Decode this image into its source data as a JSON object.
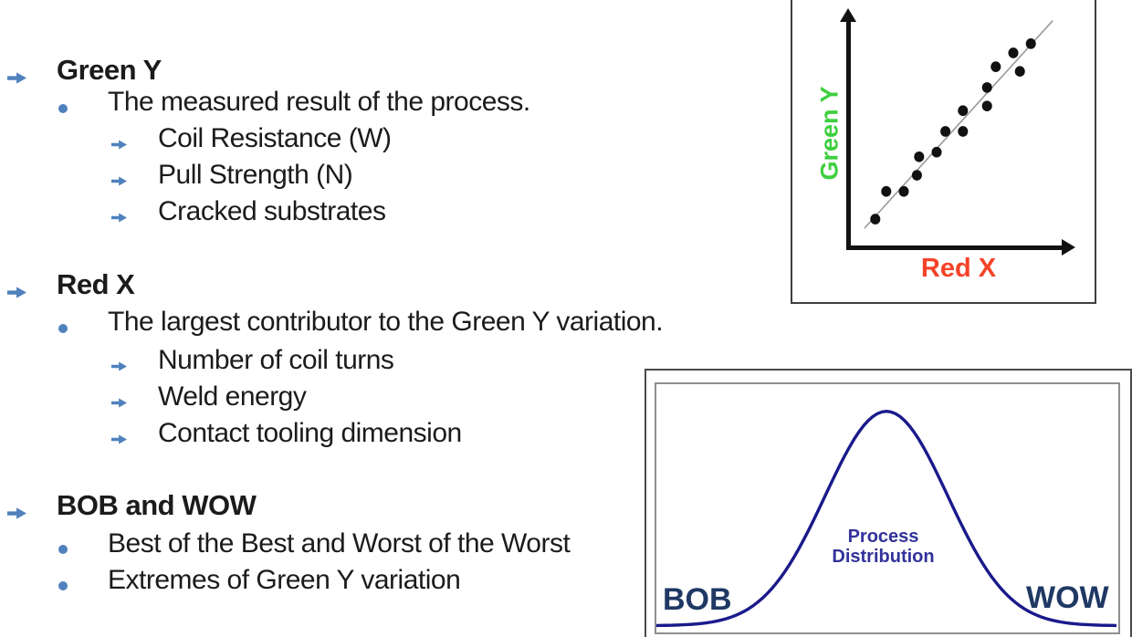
{
  "slide": {
    "sections": [
      {
        "heading": "Green Y",
        "bullets": [
          "The measured result of the process."
        ],
        "sub_items": [
          "Coil Resistance (W)",
          "Pull Strength (N)",
          "Cracked substrates"
        ]
      },
      {
        "heading": "Red X",
        "bullets": [
          "The largest contributor to the Green Y variation."
        ],
        "sub_items": [
          "Number of coil turns",
          "Weld energy",
          "Contact tooling dimension"
        ]
      },
      {
        "heading": "BOB and WOW",
        "bullets": [
          "Best of the Best and Worst of the Worst",
          "Extremes of Green Y variation"
        ],
        "sub_items": []
      }
    ]
  },
  "colors": {
    "bullet_arrow_blue": "#4f81bd",
    "text_black": "#1b1b1b",
    "green_y_label": "#3ecf3e",
    "red_x_label": "#f64328",
    "scatter_point_black": "#111111",
    "trend_line_gray": "#999999",
    "bell_curve_navy": "#1a1a8c",
    "process_label_navy": "#32329b",
    "bob_wow_navy": "#1f3864"
  },
  "chart_data": [
    {
      "type": "scatter",
      "title": "",
      "xlabel": "Red X",
      "ylabel": "Green Y",
      "xlim": [
        0,
        100
      ],
      "ylim": [
        0,
        100
      ],
      "grid": false,
      "points": [
        [
          12,
          13
        ],
        [
          17,
          25
        ],
        [
          25,
          25
        ],
        [
          31,
          32
        ],
        [
          32,
          40
        ],
        [
          40,
          42
        ],
        [
          44,
          51
        ],
        [
          52,
          51
        ],
        [
          52,
          60
        ],
        [
          63,
          62
        ],
        [
          63,
          70
        ],
        [
          67,
          79
        ],
        [
          75,
          85
        ],
        [
          78,
          77
        ],
        [
          83,
          89
        ]
      ],
      "trend_line": {
        "from": [
          7,
          9
        ],
        "to": [
          93,
          99
        ]
      },
      "point_color": "#111111",
      "trend_color": "#999999",
      "xlabel_color": "#f64328",
      "ylabel_color": "#3ecf3e"
    },
    {
      "type": "area",
      "title": "Process Distribution",
      "label_line1": "Process",
      "label_line2": "Distribution",
      "left_label": "BOB",
      "right_label": "WOW",
      "curve_shape": "normal-distribution-bell",
      "center_x_pct": 50,
      "sigma_pct": 13.3,
      "baseline_y_pct": 98,
      "amplitude_pct": 87,
      "curve_color": "#1a1a8c"
    }
  ]
}
